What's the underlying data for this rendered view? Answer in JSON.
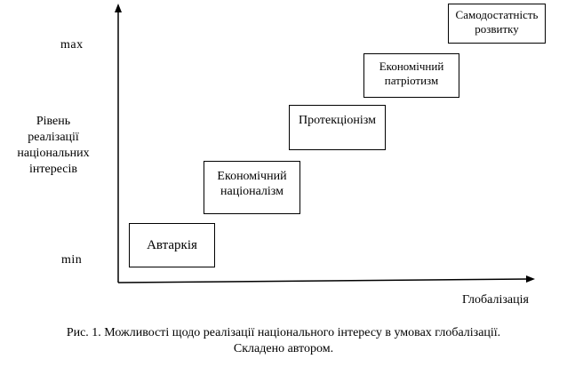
{
  "axes": {
    "y_title": "Рівень\nреалізації\nнаціональних\nінтересів",
    "y_max": "max",
    "y_min": "min",
    "x_title": "Глобалізація"
  },
  "stages": [
    {
      "label": "Автаркія"
    },
    {
      "label": "Економічний\nнаціоналізм"
    },
    {
      "label": "Протекціонізм"
    },
    {
      "label": "Економічний\nпатріотизм"
    },
    {
      "label": "Самодостатність\nрозвитку"
    }
  ],
  "caption": "Рис. 1. Можливості щодо реалізації національного інтересу в умовах глобалізації.\nСкладено автором.",
  "colors": {
    "line": "#000000",
    "box_border": "#000000",
    "background": "#ffffff"
  }
}
